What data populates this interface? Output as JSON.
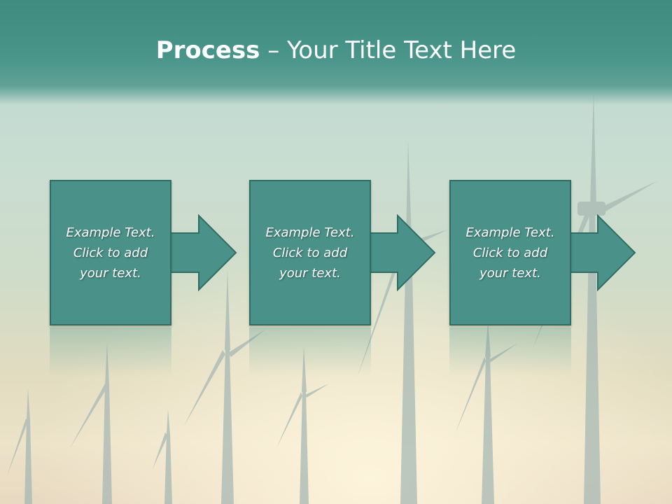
{
  "title": {
    "bold": "Process",
    "rest": " – Your Title Text Here"
  },
  "steps": [
    {
      "text": "Example Text.\nClick  to add\nyour text."
    },
    {
      "text": "Example Text.\nClick  to add\nyour text."
    },
    {
      "text": "Example Text.\nClick  to add\nyour text."
    }
  ],
  "colors": {
    "title_band": "#4a958a",
    "box_fill": "#4a9289",
    "box_border": "#2f6d64",
    "text": "#ffffff"
  }
}
